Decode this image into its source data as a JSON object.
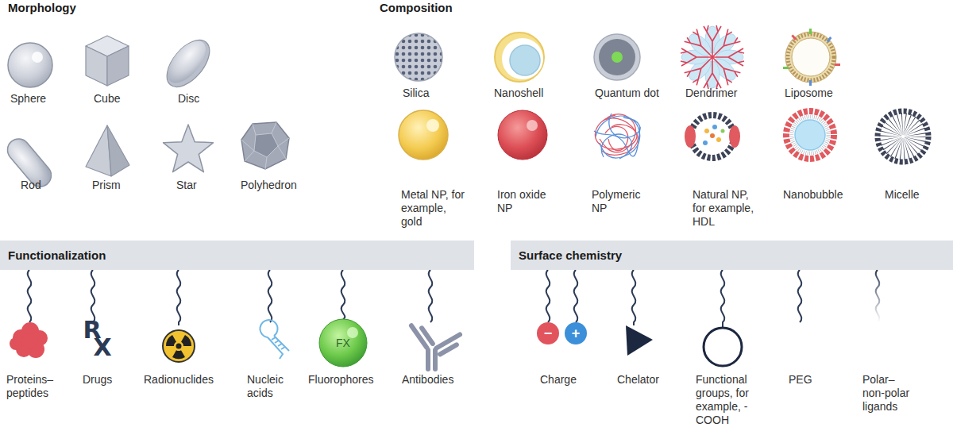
{
  "diagram": {
    "nodes": [
      {
        "text": [
          "Functionalization"
        ]
      },
      {
        "text": [
          "Surface chemistry"
        ]
      }
    ],
    "labels": [
      "Morphology",
      "Composition",
      "Sphere",
      "Cube",
      "Disc",
      "Silica",
      "Nanoshell",
      "Quantum dot",
      "Dendrimer",
      "Liposome",
      "Rod",
      "Prism",
      "Star",
      "Polyhedron",
      "Metal NP, for example, gold",
      "Iron oxide NP",
      "Polymeric NP",
      "Natural NP, for example, HDL",
      "Nanobubble",
      "Micelle",
      "R",
      "X",
      "Proteins–peptides",
      "Drugs",
      "Radionuclides",
      "Nucleic acids",
      "FX",
      "Fluorophores",
      "Antibodies",
      "−",
      "+",
      "Charge",
      "Chelator",
      "Functional groups, for example, -COOH",
      "PEG",
      "Polar–non-polar ligands"
    ]
  }
}
